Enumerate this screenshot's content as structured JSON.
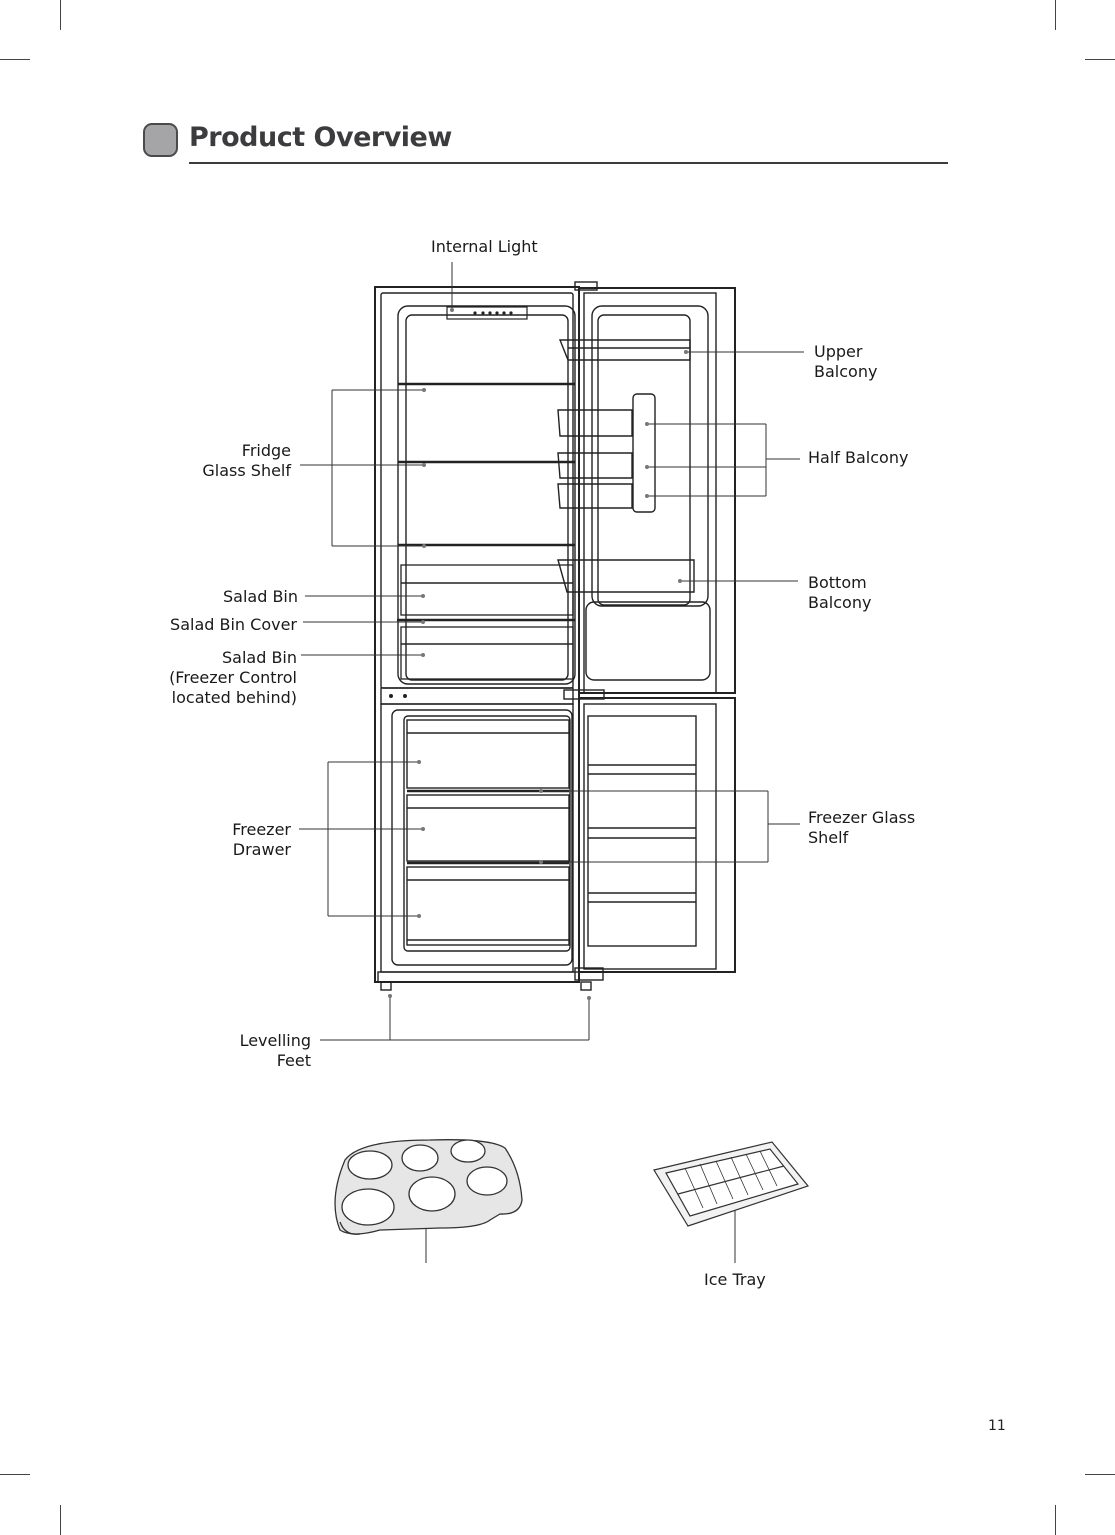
{
  "header": {
    "title": "Product Overview"
  },
  "labels": {
    "internal_light": "Internal Light",
    "upper_balcony": [
      "Upper",
      "Balcony"
    ],
    "fridge_glass_shelf": [
      "Fridge",
      "Glass Shelf"
    ],
    "half_balcony": "Half Balcony",
    "salad_bin": "Salad Bin",
    "salad_bin_cover": "Salad Bin Cover",
    "bottom_balcony": [
      "Bottom",
      "Balcony"
    ],
    "salad_bin_freezer": [
      "Salad Bin",
      "(Freezer Control",
      "located behind)"
    ],
    "freezer_drawer": [
      "Freezer",
      "Drawer"
    ],
    "freezer_glass_shelf": [
      "Freezer Glass",
      "Shelf"
    ],
    "levelling_feet": [
      "Levelling",
      "Feet"
    ],
    "ice_tray": "Ice Tray"
  },
  "footer": {
    "page_number": "11"
  }
}
